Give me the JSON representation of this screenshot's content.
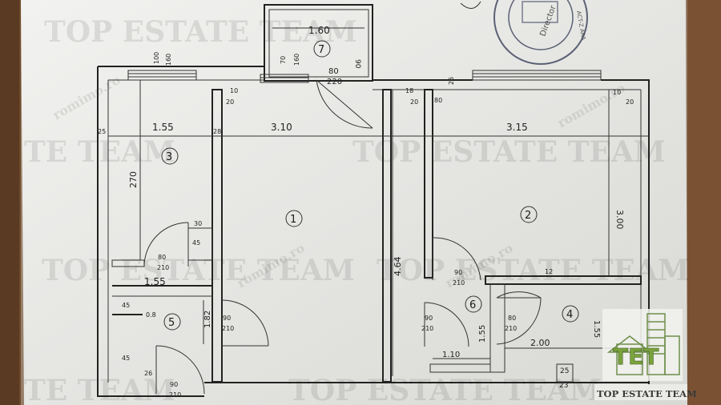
{
  "watermark": {
    "line1": "TOP ESTATE TEAM",
    "line2": "TE TEAM",
    "site": "romimo.ro"
  },
  "stamp": {
    "text": "Director",
    "ocr": "ACT-Z ARA"
  },
  "rooms": {
    "r1": "1",
    "r2": "2",
    "r3": "3",
    "r4": "4",
    "r5": "5",
    "r6": "6",
    "r7": "7"
  },
  "dims": {
    "balcony_left": "1.60",
    "door7": "80",
    "door7_h": "220",
    "d90": "90",
    "d70": "70",
    "d160": "160",
    "d100": "100",
    "d10a": "10",
    "d20a": "20",
    "d18": "18",
    "d20b": "20",
    "d80": "80",
    "d25": "25",
    "d10b": "10",
    "d20c": "20",
    "w25": "25",
    "w155": "1.55",
    "w28": "28",
    "w310": "3.10",
    "w315": "3.15",
    "h270": "270",
    "h464": "4.64",
    "h300": "3.00",
    "d30": "30",
    "d45a": "45",
    "door3": "80",
    "door3_h": "210",
    "w155b": "1.55",
    "d45b": "45",
    "d08": "0.8",
    "h182": "1.82",
    "door1": "90",
    "door1_h": "210",
    "d45c": "45",
    "d26": "26",
    "door5": "90",
    "door5_h": "210",
    "door2": "90",
    "door2_h": "210",
    "d12": "12",
    "door6": "90",
    "door6_h": "210",
    "door4": "80",
    "door4_h": "210",
    "h155a": "1.55",
    "w200": "2.00",
    "h155b": "1.55",
    "w110": "1.10",
    "d25b": "25",
    "d23": "23"
  },
  "logo": {
    "mark": "TET",
    "caption": "TOP ESTATE TEAM"
  }
}
